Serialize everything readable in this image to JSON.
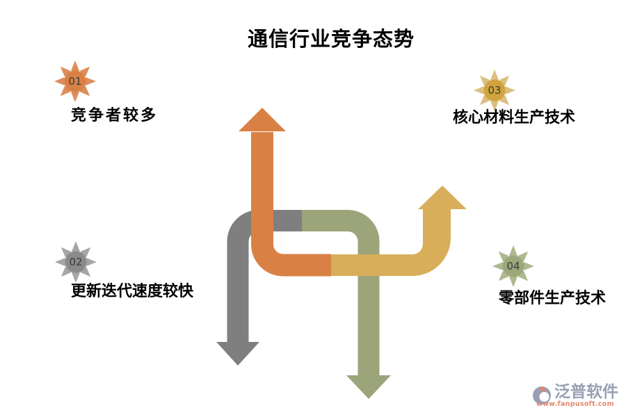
{
  "title": "通信行业竞争态势",
  "items": [
    {
      "number": "01",
      "label": "竞争者较多",
      "icon": "sun-icon"
    },
    {
      "number": "02",
      "label": "更新迭代速度较快",
      "icon": "sun-icon"
    },
    {
      "number": "03",
      "label": "核心材料生产技术",
      "icon": "sun-icon"
    },
    {
      "number": "04",
      "label": "零部件生产技术",
      "icon": "sun-icon"
    }
  ],
  "arrows": [
    {
      "name": "orange-arrow",
      "direction": "up"
    },
    {
      "name": "gray-arrow",
      "direction": "down"
    },
    {
      "name": "olive-arrow",
      "direction": "down"
    },
    {
      "name": "gold-arrow",
      "direction": "up"
    }
  ],
  "watermark": {
    "brand": "泛普软件",
    "url": "www.fanpusoft.com",
    "icon": "fanpu-logo"
  },
  "colors": {
    "title": "#000000",
    "label": "#000000",
    "number": "#3b3b3b",
    "arrow-orange": "#d98145",
    "arrow-gray": "#7f7f7f",
    "arrow-olive": "#9ca47a",
    "arrow-gold": "#d8ae5a",
    "sun1-core": "#d98145",
    "sun1-rays": "#dd8e5a",
    "sun2-core": "#8a8a8a",
    "sun2-rays": "#a6a6a6",
    "sun3-core": "#d0a33c",
    "sun3-rays": "#dbc083",
    "sun4-core": "#9ca77b",
    "sun4-rays": "#b0b890",
    "logo-text": "#98a0b4",
    "logo-url": "#e2886f"
  }
}
